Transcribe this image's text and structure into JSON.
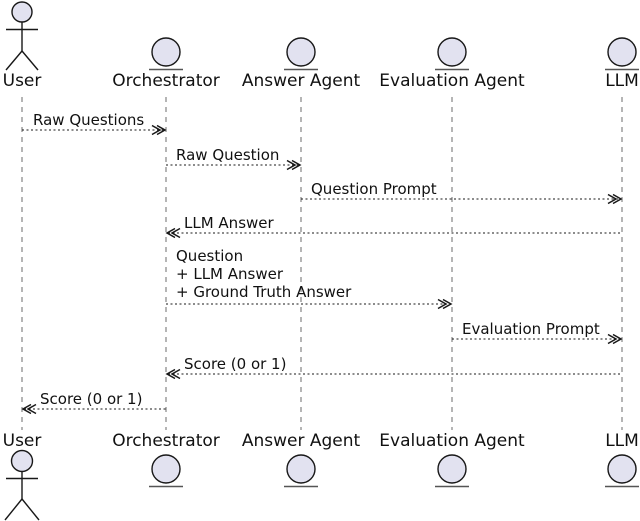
{
  "participants": [
    {
      "name": "User",
      "type": "actor"
    },
    {
      "name": "Orchestrator",
      "type": "entity"
    },
    {
      "name": "Answer Agent",
      "type": "entity"
    },
    {
      "name": "Evaluation Agent",
      "type": "entity"
    },
    {
      "name": "LLM",
      "type": "entity"
    }
  ],
  "messages": [
    {
      "from": "User",
      "to": "Orchestrator",
      "label": "Raw Questions",
      "line_style": "dotted"
    },
    {
      "from": "Orchestrator",
      "to": "Answer Agent",
      "label": "Raw Question",
      "line_style": "dotted"
    },
    {
      "from": "Answer Agent",
      "to": "LLM",
      "label": "Question Prompt",
      "line_style": "dotted"
    },
    {
      "from": "LLM",
      "to": "Orchestrator",
      "label": "LLM Answer",
      "line_style": "dotted"
    },
    {
      "from": "Orchestrator",
      "to": "Evaluation Agent",
      "label": "Question\n+ LLM Answer\n+ Ground Truth Answer",
      "line_style": "dotted"
    },
    {
      "from": "Evaluation Agent",
      "to": "LLM",
      "label": "Evaluation Prompt",
      "line_style": "dotted"
    },
    {
      "from": "LLM",
      "to": "Orchestrator",
      "label": "Score (0 or 1)",
      "line_style": "dotted"
    },
    {
      "from": "Orchestrator",
      "to": "User",
      "label": "Score (0 or 1)",
      "line_style": "dotted"
    }
  ],
  "colors": {
    "participant_fill": "#E2E2F0",
    "line": "#181818",
    "lifeline": "#6B6B6B",
    "text": "#111111",
    "background": "#FFFFFF"
  }
}
